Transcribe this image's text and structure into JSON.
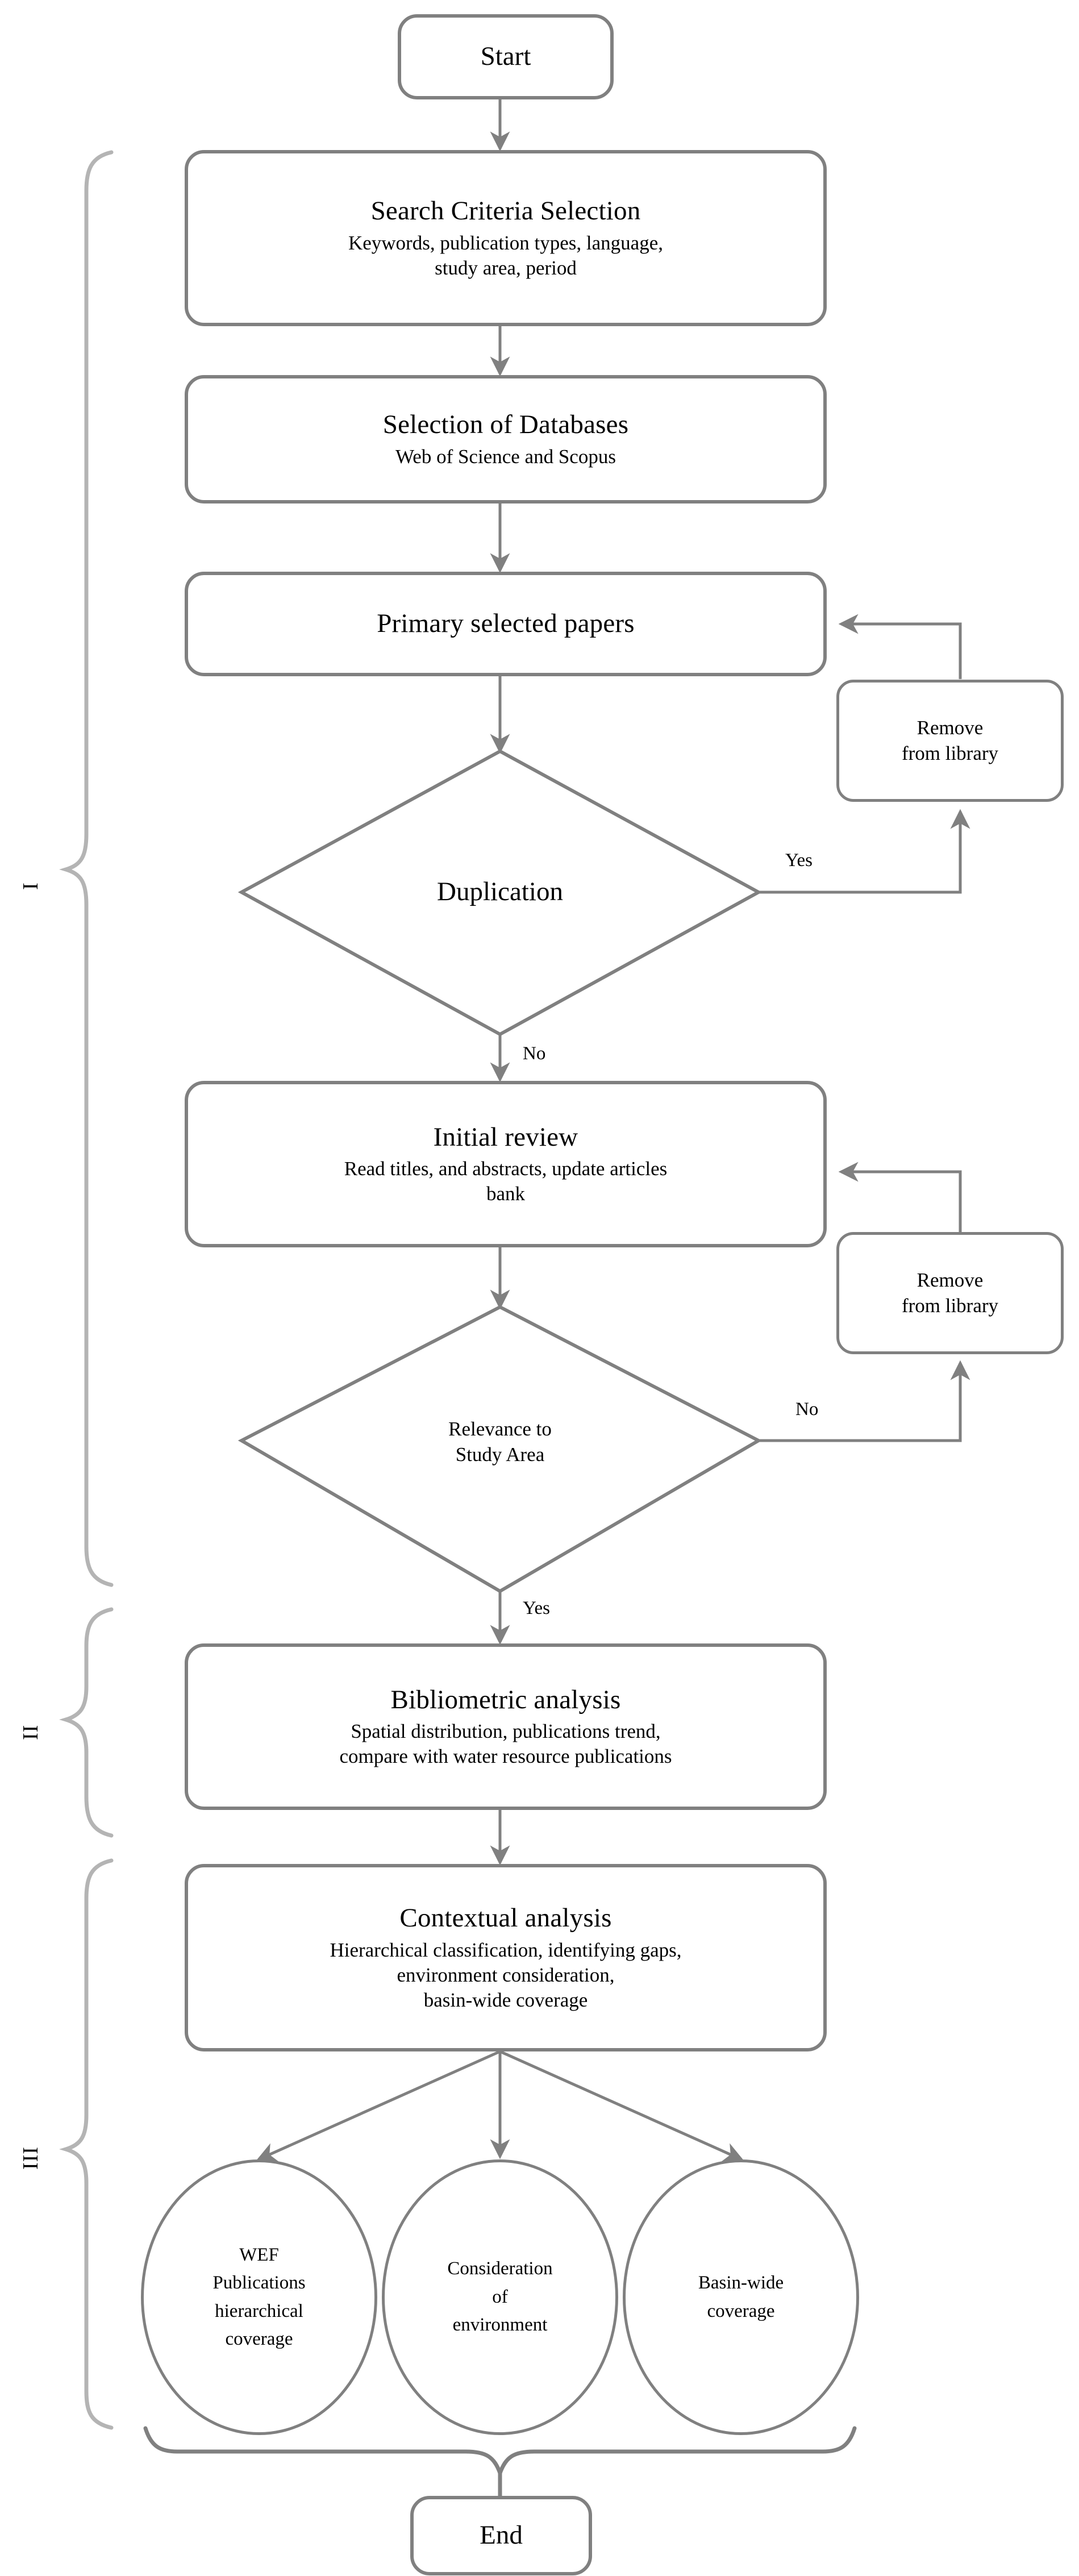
{
  "diagram": {
    "type": "flowchart",
    "title": "Systematic literature review methodology flowchart",
    "colors": {
      "stroke": "#808080",
      "bracket": "#b4b4b4",
      "text": "#000000",
      "background": "#ffffff"
    },
    "phases": [
      {
        "id": "I",
        "label": "I"
      },
      {
        "id": "II",
        "label": "II"
      },
      {
        "id": "III",
        "label": "III"
      }
    ],
    "nodes": {
      "start": {
        "label": "Start"
      },
      "search": {
        "title": "Search Criteria Selection",
        "sub": "Keywords, publication types, language,\nstudy area, period"
      },
      "databases": {
        "title": "Selection of Databases",
        "sub": "Web of Science and Scopus"
      },
      "primary": {
        "title": "Primary selected papers",
        "sub": ""
      },
      "duplication": {
        "label": "Duplication"
      },
      "remove1": {
        "label": "Remove\nfrom library"
      },
      "initial": {
        "title": "Initial review",
        "sub": "Read titles, and abstracts, update articles\nbank"
      },
      "relevance": {
        "label": "Relevance to\nStudy Area"
      },
      "remove2": {
        "label": "Remove\nfrom library"
      },
      "biblio": {
        "title": "Bibliometric analysis",
        "sub": "Spatial distribution, publications trend,\ncompare with water resource publications"
      },
      "contextual": {
        "title": "Contextual analysis",
        "sub": "Hierarchical classification, identifying gaps,\nenvironment consideration,\nbasin-wide coverage"
      },
      "circle1": {
        "label": "WEF\nPublications\nhierarchical\ncoverage"
      },
      "circle2": {
        "label": "Consideration\nof\nenvironment"
      },
      "circle3": {
        "label": "Basin-wide\ncoverage"
      },
      "end": {
        "label": "End"
      }
    },
    "edge_labels": {
      "dup_yes": "Yes",
      "dup_no": "No",
      "rel_no": "No",
      "rel_yes": "Yes"
    }
  }
}
